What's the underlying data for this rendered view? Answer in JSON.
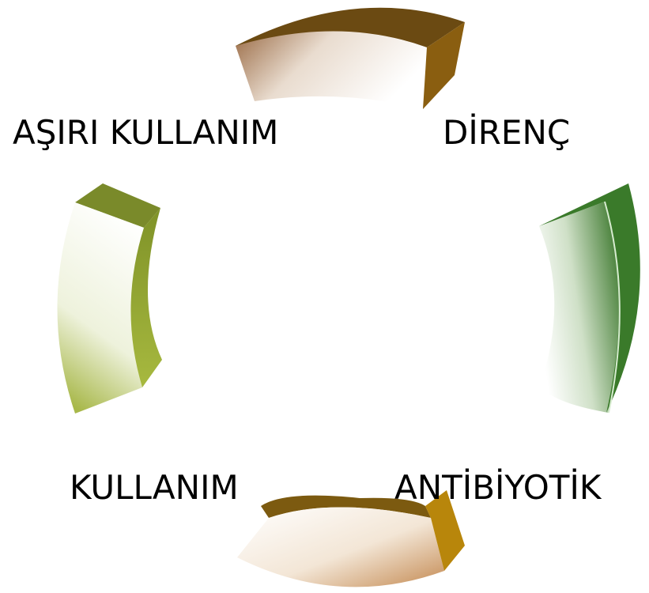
{
  "labels": {
    "top_left": "AŞIRI KULLANIM",
    "top_right": "DİRENÇ",
    "bottom_left": "KULLANIM",
    "bottom_right": "ANTİBİYOTİK"
  },
  "colors": {
    "top_arrow": "#6b4a12",
    "right_arrow": "#3d7a2c",
    "bottom_arrow": "#b8860b",
    "left_arrow": "#8a9b30",
    "text": "#000000",
    "background": "#ffffff"
  }
}
